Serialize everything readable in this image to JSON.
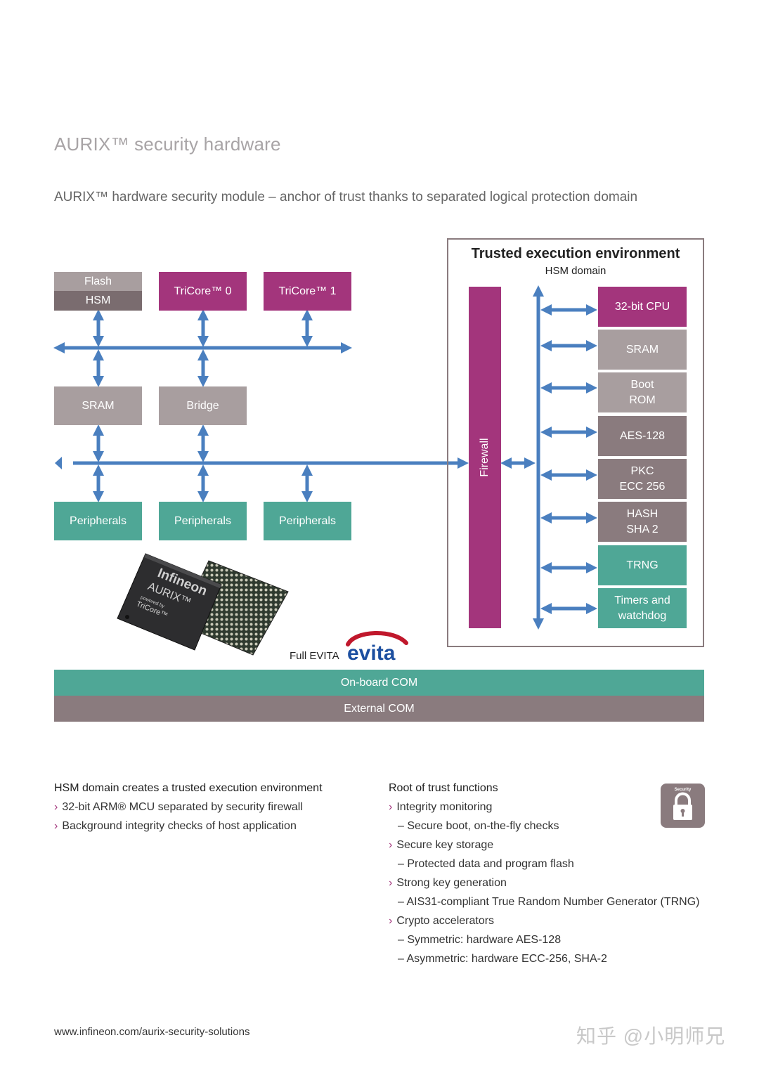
{
  "page": {
    "title": "AURIX™ security hardware",
    "subtitle": "AURIX™ hardware security module – anchor of trust thanks to separated logical protection domain"
  },
  "diagram": {
    "flash_label": "Flash",
    "hsm_label": "HSM",
    "tricore0": "TriCore™ 0",
    "tricore1": "TriCore™ 1",
    "sram": "SRAM",
    "bridge": "Bridge",
    "peripherals": [
      "Peripherals",
      "Peripherals",
      "Peripherals"
    ],
    "tee_title": "Trusted execution environment",
    "tee_subtitle": "HSM domain",
    "firewall": "Firewall",
    "hsm_blocks": [
      {
        "line1": "32-bit CPU",
        "line2": ""
      },
      {
        "line1": "SRAM",
        "line2": ""
      },
      {
        "line1": "Boot",
        "line2": "ROM"
      },
      {
        "line1": "AES-128",
        "line2": ""
      },
      {
        "line1": "PKC",
        "line2": "ECC 256"
      },
      {
        "line1": "HASH",
        "line2": "SHA 2"
      },
      {
        "line1": "TRNG",
        "line2": ""
      },
      {
        "line1": "Timers and",
        "line2": "watchdog"
      }
    ],
    "chip_brand": "Infineon",
    "chip_name": "AURIX™",
    "chip_powered": "powered by",
    "chip_core": "TriCore™",
    "evita_text": "Full EVITA",
    "evita_logo_text": "evita",
    "onboard_com": "On-board COM",
    "external_com": "External COM",
    "colors": {
      "magenta": "#a3357c",
      "grey": "#a89e9f",
      "dark_grey": "#8a7b7e",
      "teal": "#4fa796",
      "bus_blue": "#4a7fbf"
    }
  },
  "left_list": {
    "heading": "HSM domain creates a trusted execution environment",
    "items": [
      "32-bit ARM® MCU separated by security firewall",
      "Background integrity checks of host application"
    ]
  },
  "right_list": {
    "heading": "Root of trust functions",
    "items": [
      {
        "main": "Integrity monitoring",
        "sub": "– Secure boot, on-the-fly checks"
      },
      {
        "main": "Secure key storage",
        "sub": "– Protected data and program flash"
      },
      {
        "main": "Strong key generation",
        "sub": "– AIS31-compliant True Random Number Generator (TRNG)"
      },
      {
        "main": "Crypto accelerators",
        "sub": "– Symmetric: hardware AES-128"
      }
    ],
    "extra_sub": "– Asymmetric: hardware ECC-256, SHA-2"
  },
  "lock_icon_label": "Security",
  "footer": {
    "url": "www.infineon.com/aurix-security-solutions",
    "watermark": "知乎 @小明师兄"
  }
}
